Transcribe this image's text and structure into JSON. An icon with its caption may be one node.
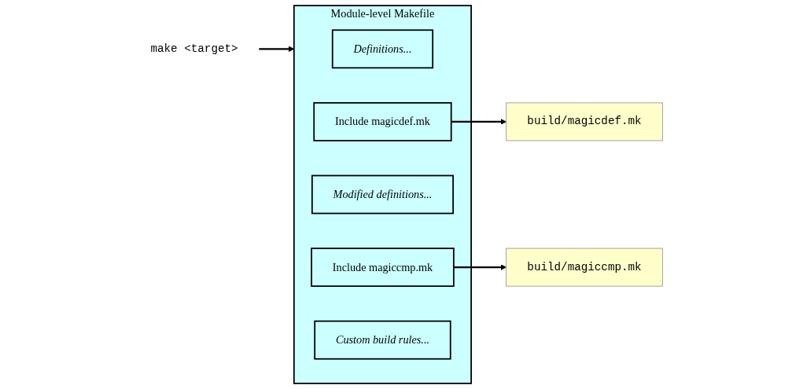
{
  "diagram": {
    "nodes": [
      {
        "text": [
          "make <target>"
        ]
      },
      {
        "text": [
          "Module-level Makefile"
        ]
      },
      {
        "text": [
          "Definitions..."
        ],
        "in": 1
      },
      {
        "text": [
          "Include magicdef.mk"
        ],
        "in": 1
      },
      {
        "text": [
          "Modified definitions..."
        ],
        "in": 1
      },
      {
        "text": [
          "Include magiccmp.mk"
        ],
        "in": 1
      },
      {
        "text": [
          "Custom build rules..."
        ],
        "in": 1
      },
      {
        "text": [
          "build/magicdef.mk"
        ]
      },
      {
        "text": [
          "build/magiccmp.mk"
        ]
      }
    ],
    "edges": [
      {
        "from": 0,
        "to": 1,
        "arrow": "to"
      },
      {
        "from": 3,
        "to": 7,
        "arrow": "to"
      },
      {
        "from": 5,
        "to": 8,
        "arrow": "to"
      }
    ]
  }
}
